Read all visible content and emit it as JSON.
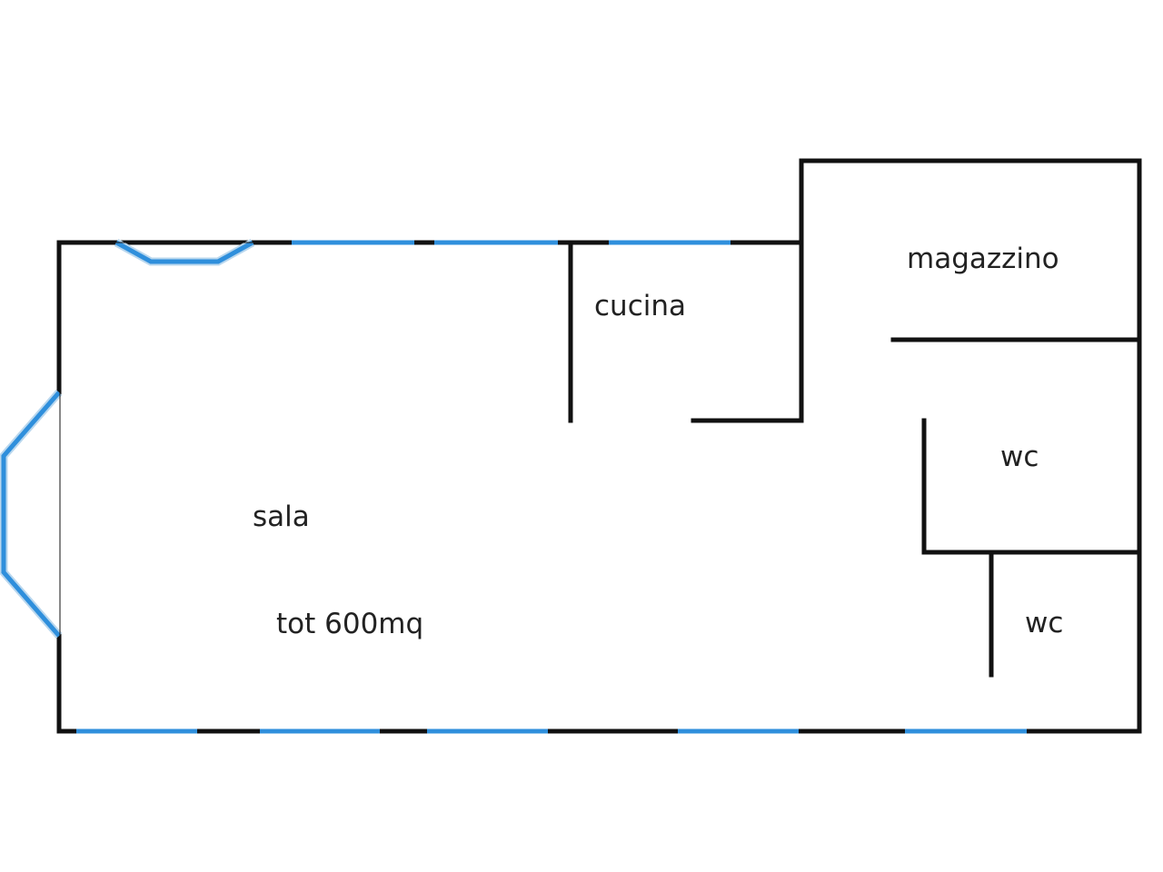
{
  "rooms": {
    "sala": "sala",
    "total": "tot 600mq",
    "cucina": "cucina",
    "magazzino": "magazzino",
    "wc_upper": "wc",
    "wc_lower": "wc"
  },
  "colors": {
    "wall": "#111111",
    "window": "#2f8fdc",
    "background": "#ffffff"
  }
}
